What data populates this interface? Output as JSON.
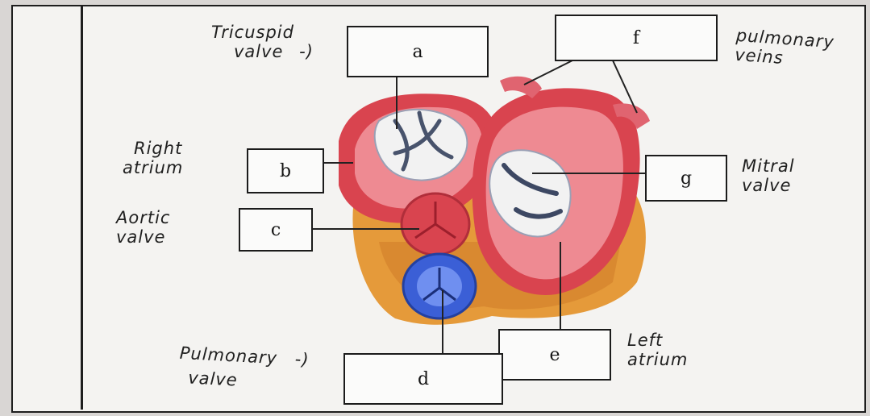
{
  "boxes": {
    "a": "a",
    "b": "b",
    "c": "c",
    "d": "d",
    "e": "e",
    "f": "f",
    "g": "g"
  },
  "handwriting": {
    "tricuspid_line1": "Tricuspid",
    "tricuspid_line2": "valve",
    "tricuspid_arrow": "-)",
    "pulmonary_veins_line1": "pulmonary",
    "pulmonary_veins_line2": "veins",
    "right_atrium_line1": "Right",
    "right_atrium_line2": "atrium",
    "aortic_line1": "Aortic",
    "aortic_line2": "valve",
    "mitral_line1": "Mitral",
    "mitral_line2": "valve",
    "pulmonary_valve_line1": "Pulmonary",
    "pulmonary_valve_line2": "valve",
    "pulmonary_valve_arrow": "-)",
    "left_atrium_line1": "Left",
    "left_atrium_line2": "atrium"
  },
  "colors": {
    "heart_red": "#d9444f",
    "heart_pink": "#ee8a92",
    "valve_white": "#f2f2f2",
    "pulmonary_blue": "#3b5fd6",
    "fat_orange": "#e59a3a"
  }
}
